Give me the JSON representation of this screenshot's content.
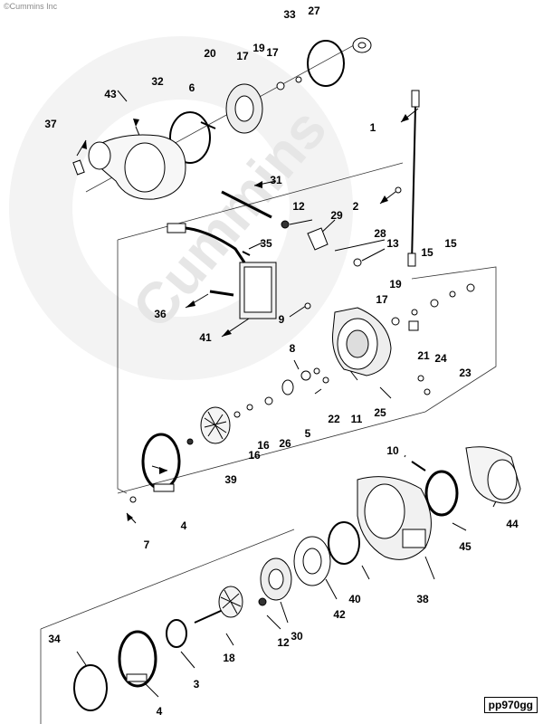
{
  "copyright": "©Cummins Inc",
  "watermark": "Cummins",
  "drawing_code": "pp970gg",
  "callouts": [
    "1",
    "2",
    "3",
    "4",
    "4",
    "5",
    "6",
    "7",
    "8",
    "9",
    "10",
    "11",
    "12",
    "12",
    "13",
    "15",
    "15",
    "16",
    "16",
    "17",
    "17",
    "17",
    "18",
    "19",
    "19",
    "20",
    "21",
    "22",
    "23",
    "24",
    "25",
    "26",
    "27",
    "28",
    "29",
    "30",
    "31",
    "32",
    "33",
    "34",
    "35",
    "36",
    "37",
    "38",
    "39",
    "40",
    "41",
    "42",
    "43",
    "44",
    "45"
  ],
  "colors": {
    "line": "#000000",
    "watermark": "#f2f2f2",
    "part_fill": "#ffffff",
    "shade": "#d9d9d9"
  }
}
